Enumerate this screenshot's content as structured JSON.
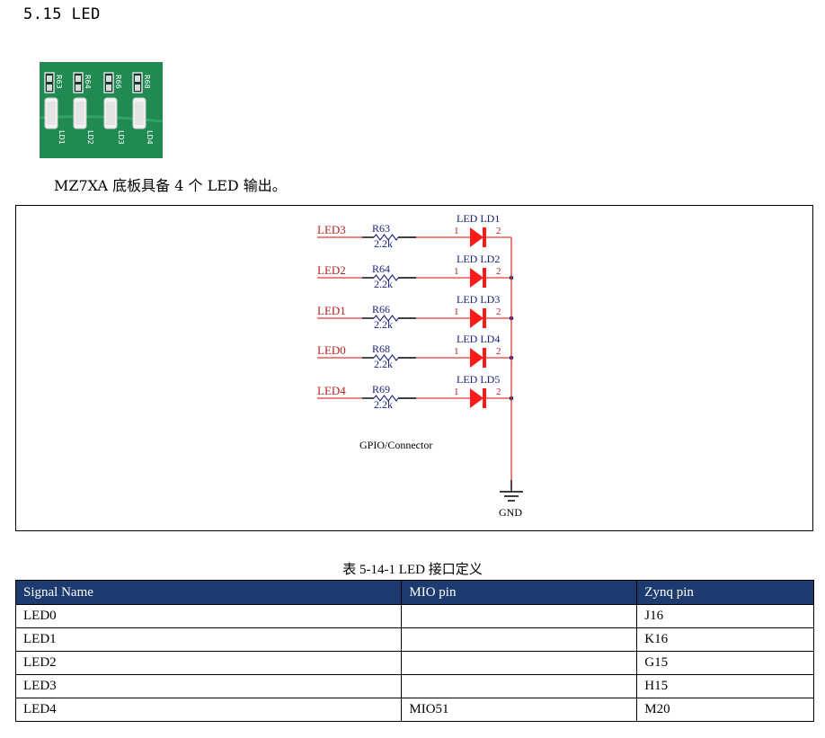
{
  "section": {
    "title": "5.15 LED"
  },
  "photo": {
    "resistor_labels": [
      "R63",
      "R64",
      "R66",
      "R68"
    ],
    "led_labels": [
      "LD1",
      "LD2",
      "LD3",
      "LD4"
    ]
  },
  "intro_text": "MZ7XA 底板具备 4 个 LED 输出。",
  "schematic": {
    "rows": [
      {
        "net": "LED3",
        "resistor": "R63",
        "value": "2.2k",
        "led": "LED LD1",
        "pin1": "1",
        "pin2": "2"
      },
      {
        "net": "LED2",
        "resistor": "R64",
        "value": "2.2k",
        "led": "LED LD2",
        "pin1": "1",
        "pin2": "2"
      },
      {
        "net": "LED1",
        "resistor": "R66",
        "value": "2.2k",
        "led": "LED LD3",
        "pin1": "1",
        "pin2": "2"
      },
      {
        "net": "LED0",
        "resistor": "R68",
        "value": "2.2k",
        "led": "LED LD4",
        "pin1": "1",
        "pin2": "2"
      },
      {
        "net": "LED4",
        "resistor": "R69",
        "value": "2.2k",
        "led": "LED LD5",
        "pin1": "1",
        "pin2": "2"
      }
    ],
    "connector_label": "GPIO/Connector",
    "ground_label": "GND",
    "colors": {
      "wire": "#e53935",
      "led": "#ff1a1a",
      "net_text": "#b22222",
      "part_text": "#1a237e",
      "resistor": "#1a237e"
    }
  },
  "table": {
    "caption": "表 5-14-1 LED 接口定义",
    "headers": [
      "Signal Name",
      "MIO pin",
      "Zynq pin"
    ],
    "rows": [
      [
        "LED0",
        "",
        "J16"
      ],
      [
        "LED1",
        "",
        "K16"
      ],
      [
        "LED2",
        "",
        "G15"
      ],
      [
        "LED3",
        "",
        "H15"
      ],
      [
        "LED4",
        "MIO51",
        "M20"
      ]
    ],
    "header_color": "#1d3b6e"
  }
}
